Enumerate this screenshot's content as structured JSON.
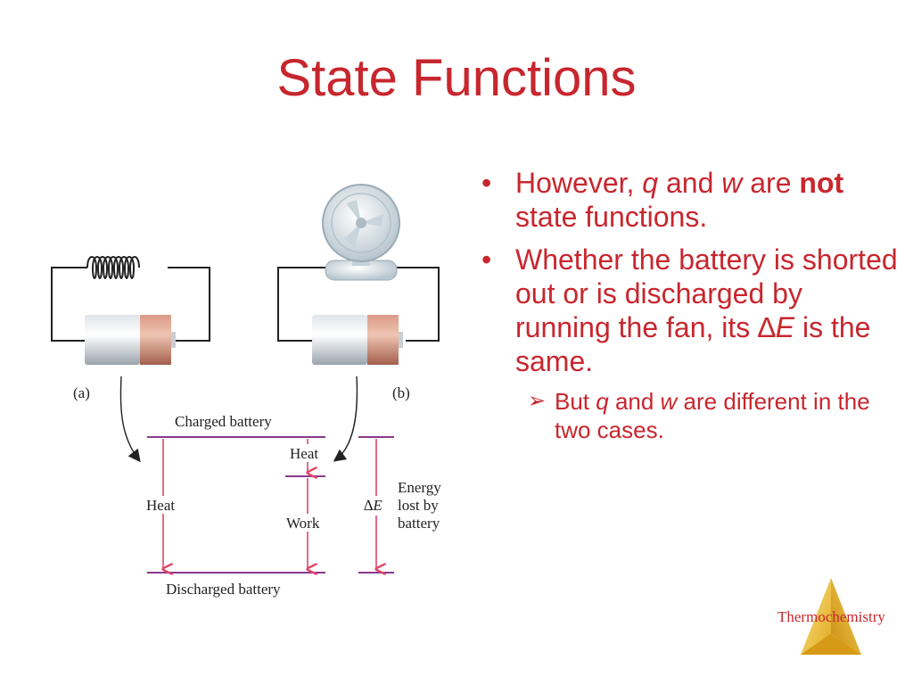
{
  "slide": {
    "title": "State Functions",
    "bullets": [
      {
        "pre": "However, ",
        "q": "q",
        "mid": " and ",
        "w": "w",
        "post1": " are ",
        "bold": "not",
        "post2": " state functions."
      },
      {
        "text1": "Whether the battery is shorted out or is discharged by running the fan, its ",
        "delta": "∆",
        "e": "E",
        "text2": " is the same."
      }
    ],
    "sub_bullet": {
      "pre": "But ",
      "q": "q",
      "mid": " and ",
      "w": "w",
      "post": " are different in the two cases."
    },
    "footer": "Thermochemistry"
  },
  "figure": {
    "label_a": "(a)",
    "label_b": "(b)",
    "charged": "Charged battery",
    "discharged": "Discharged battery",
    "heat_left": "Heat",
    "heat_right": "Heat",
    "work": "Work",
    "delta_e_symbol": "∆",
    "delta_e_var": "E",
    "energy_lines": [
      "Energy",
      "lost by",
      "battery"
    ]
  },
  "colors": {
    "title": "#c8262e",
    "diagram_line": "#e0466a",
    "level_line": "#8a3a8c",
    "triangle": "#f2c230"
  }
}
